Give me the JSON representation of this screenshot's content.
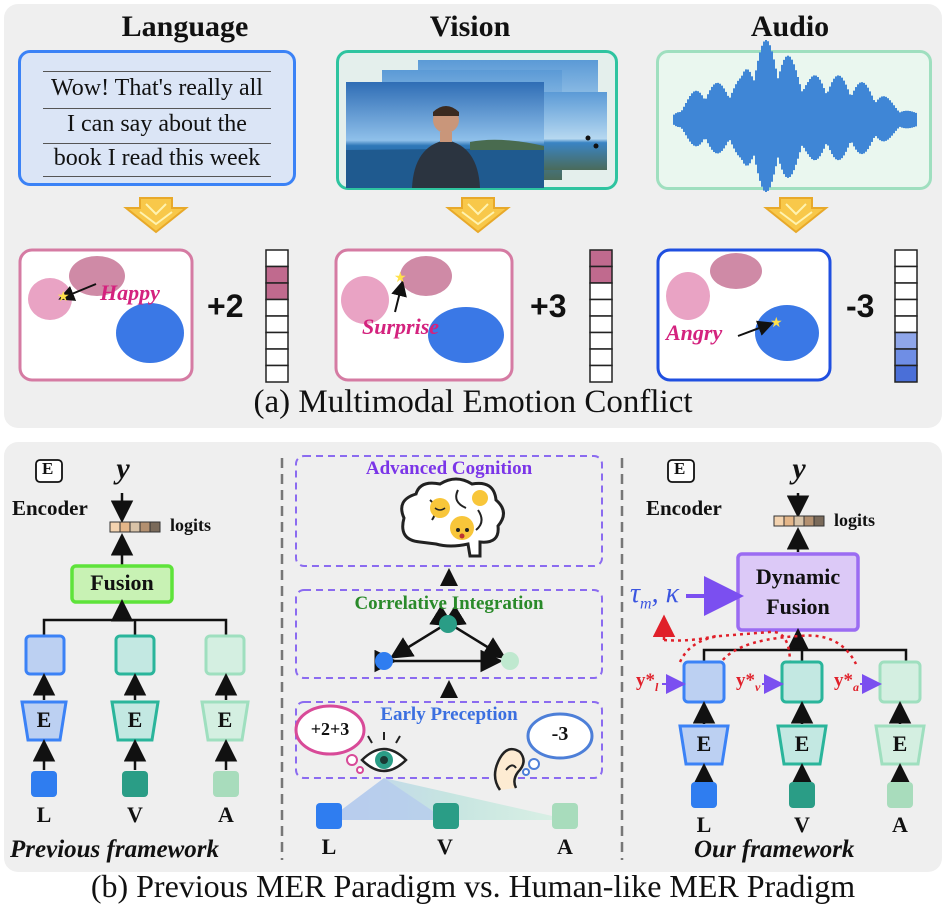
{
  "panel_a": {
    "headings": {
      "language": "Language",
      "vision": "Vision",
      "audio": "Audio"
    },
    "text_lines": [
      "Wow! That's really all",
      "I can say about the",
      "book I read this week"
    ],
    "emotions": {
      "language": "Happy",
      "vision": "Surprise",
      "audio": "Angry"
    },
    "scores": {
      "language": "+2",
      "vision": "+3",
      "audio": "-3"
    },
    "caption": "(a) Multimodal Emotion Conflict",
    "colors": {
      "language": "#3b82f6",
      "vision": "#2ec4a0",
      "audio": "#9fdfbf",
      "pink": "#d57ba3",
      "blue_fill": "#3a78e6"
    }
  },
  "panel_b": {
    "left": {
      "encoder_icon": "E",
      "encoder_label": "Encoder",
      "output": "y",
      "logits": "logits",
      "fusion": "Fusion",
      "enc": "E",
      "inputs": [
        "L",
        "V",
        "A"
      ],
      "caption": "Previous framework"
    },
    "middle": {
      "stage_cognition": "Advanced Cognition",
      "stage_integration": "Correlative Integration",
      "stage_perception": "Early Preception",
      "bubble_left": "+2+3",
      "bubble_right": "-3",
      "inputs": [
        "L",
        "V",
        "A"
      ]
    },
    "right": {
      "encoder_icon": "E",
      "encoder_label": "Encoder",
      "output": "y",
      "logits": "logits",
      "fusion_line1": "Dynamic",
      "fusion_line2": "Fusion",
      "params": "τm, κ",
      "enc": "E",
      "pseudo": [
        "yl*",
        "yv*",
        "ya*"
      ],
      "inputs": [
        "L",
        "V",
        "A"
      ],
      "caption": "Our framework"
    },
    "caption": "(b) Previous MER Paradigm vs. Human-like MER Pradigm"
  }
}
